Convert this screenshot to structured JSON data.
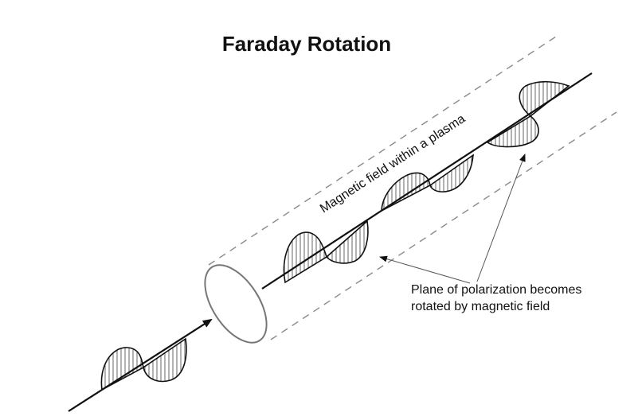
{
  "title": "Faraday Rotation",
  "labels": {
    "field_label": "Magnetic field within a plasma",
    "plane_caption_line1": "Plane of polarization becomes",
    "plane_caption_line2": "rotated by magnetic field"
  },
  "colors": {
    "ink": "#111111",
    "dashed_boundary": "#8a8a8a",
    "ellipse": "#777777",
    "hatch": "#555555"
  }
}
